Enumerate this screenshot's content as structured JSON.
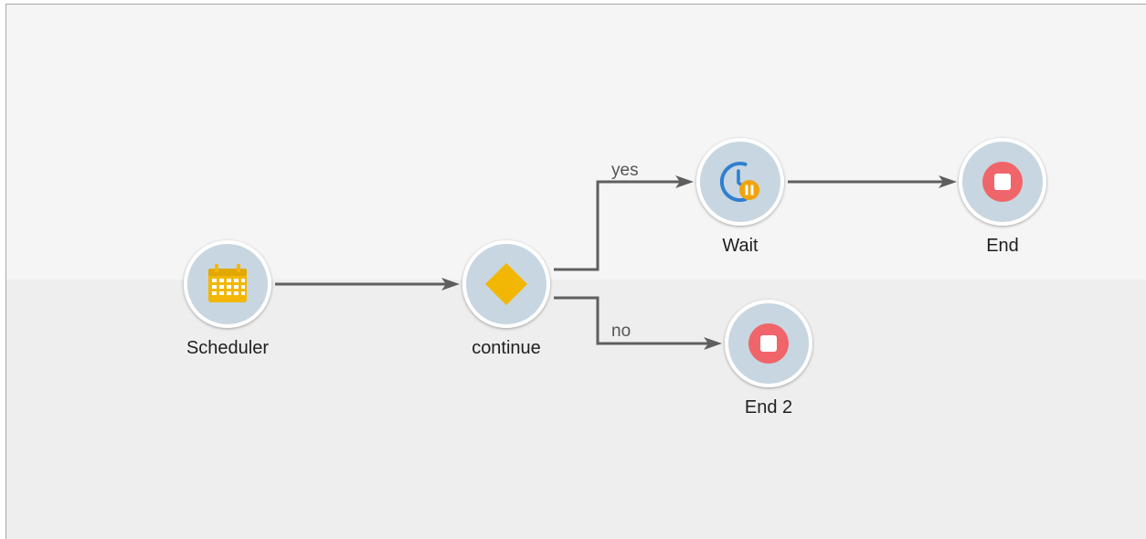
{
  "nodes": {
    "scheduler": {
      "label": "Scheduler",
      "icon": "calendar-icon"
    },
    "continue": {
      "label": "continue",
      "icon": "diamond-icon"
    },
    "wait": {
      "label": "Wait",
      "icon": "clock-pause-icon"
    },
    "end": {
      "label": "End",
      "icon": "stop-icon"
    },
    "end2": {
      "label": "End 2",
      "icon": "stop-icon"
    }
  },
  "edges": {
    "yes": {
      "label": "yes"
    },
    "no": {
      "label": "no"
    }
  },
  "colors": {
    "node_fill": "#c7d6e0",
    "node_border": "#ffffff",
    "connector": "#5e5e5e",
    "scheduler_accent": "#f2b705",
    "decision_accent": "#f2b705",
    "wait_accent": "#2f7fd1",
    "wait_badge": "#f0a30a",
    "end_accent": "#f0656a"
  }
}
